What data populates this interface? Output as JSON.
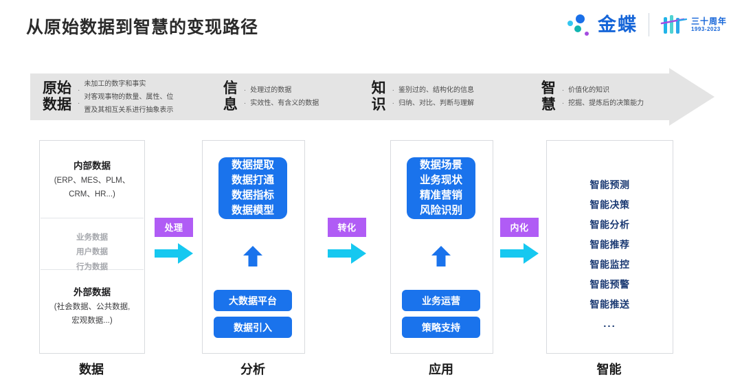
{
  "header": {
    "title": "从原始数据到智慧的变现路径",
    "brand_name": "金蝶",
    "anniversary_cn": "三十周年",
    "anniversary_years": "1993-2023"
  },
  "banner": {
    "segments": [
      {
        "key": "原始\n数据",
        "key_line1": "原始",
        "key_line2": "数据",
        "bullets": [
          "·",
          "·"
        ],
        "items": [
          "未加工的数字和事实",
          "对客观事物的数量、属性、位",
          "置及其相互关系进行抽象表示"
        ]
      },
      {
        "key_line1": "信",
        "key_line2": "息",
        "bullets": [
          "·",
          "·"
        ],
        "items": [
          "处理过的数据",
          "实效性、有含义的数据"
        ]
      },
      {
        "key_line1": "知",
        "key_line2": "识",
        "bullets": [
          "·",
          "·"
        ],
        "items": [
          "鉴别过的、结构化的信息",
          "归纳、对比、判断与理解"
        ]
      },
      {
        "key_line1": "智",
        "key_line2": "慧",
        "bullets": [
          "·",
          "·"
        ],
        "items": [
          "价值化的知识",
          "挖掘、提炼后的决策能力"
        ]
      }
    ]
  },
  "columns": [
    {
      "id": "data",
      "bottom_label": "数据",
      "internal_title": "内部数据",
      "internal_sub_line1": "(ERP、MES、PLM、",
      "internal_sub_line2": "CRM、HR...)",
      "middle_items": [
        "业务数据",
        "用户数据",
        "行为数据"
      ],
      "external_title": "外部数据",
      "external_sub_line1": "(社会数据、公共数据,",
      "external_sub_line2": "宏观数据...)"
    },
    {
      "id": "analysis",
      "bottom_label": "分析",
      "main_box_lines": [
        "数据提取",
        "数据打通",
        "数据指标",
        "数据模型"
      ],
      "pills": [
        "大数据平台",
        "数据引入"
      ]
    },
    {
      "id": "application",
      "bottom_label": "应用",
      "main_box_lines": [
        "数据场景",
        "业务现状",
        "精准营销",
        "风险识别"
      ],
      "pills": [
        "业务运营",
        "策略支持"
      ]
    },
    {
      "id": "intelligence",
      "bottom_label": "智能",
      "items": [
        "智能预测",
        "智能决策",
        "智能分析",
        "智能推荐",
        "智能监控",
        "智能预警",
        "智能推送",
        "..."
      ]
    }
  ],
  "connectors": [
    {
      "label": "处理"
    },
    {
      "label": "转化"
    },
    {
      "label": "内化"
    }
  ],
  "colors": {
    "banner_bg": "#e4e4e4",
    "blue": "#1a73ec",
    "purple": "#b05cf5",
    "cyan": "#16c8f0",
    "navy": "#1b3a73"
  }
}
